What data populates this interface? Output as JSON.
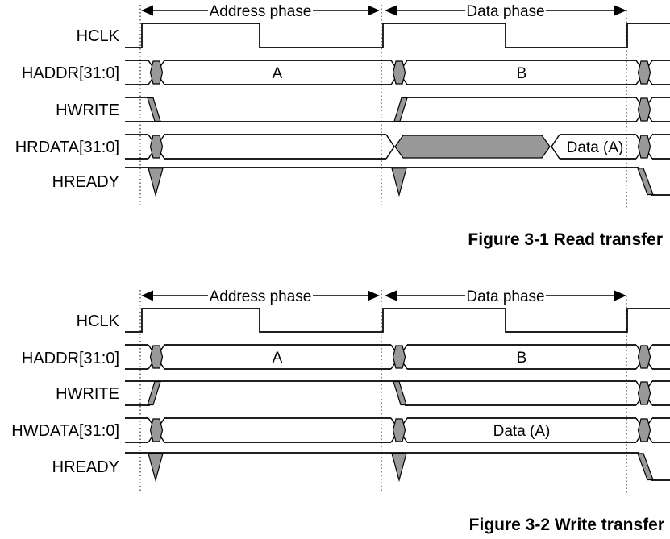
{
  "colors": {
    "line": "#000000",
    "invalid_fill": "#999999",
    "background": "#ffffff"
  },
  "figure1": {
    "caption": "Figure 3-1 Read transfer",
    "address_phase_label": "Address phase",
    "data_phase_label": "Data phase",
    "signals": {
      "clock": "HCLK",
      "address": "HADDR[31:0]",
      "write": "HWRITE",
      "data": "HRDATA[31:0]",
      "ready": "HREADY"
    },
    "values": {
      "address_a": "A",
      "address_b": "B",
      "read_data": "Data (A)"
    }
  },
  "figure2": {
    "caption": "Figure 3-2 Write transfer",
    "address_phase_label": "Address phase",
    "data_phase_label": "Data phase",
    "signals": {
      "clock": "HCLK",
      "address": "HADDR[31:0]",
      "write": "HWRITE",
      "data": "HWDATA[31:0]",
      "ready": "HREADY"
    },
    "values": {
      "address_a": "A",
      "address_b": "B",
      "write_data": "Data (A)"
    }
  }
}
